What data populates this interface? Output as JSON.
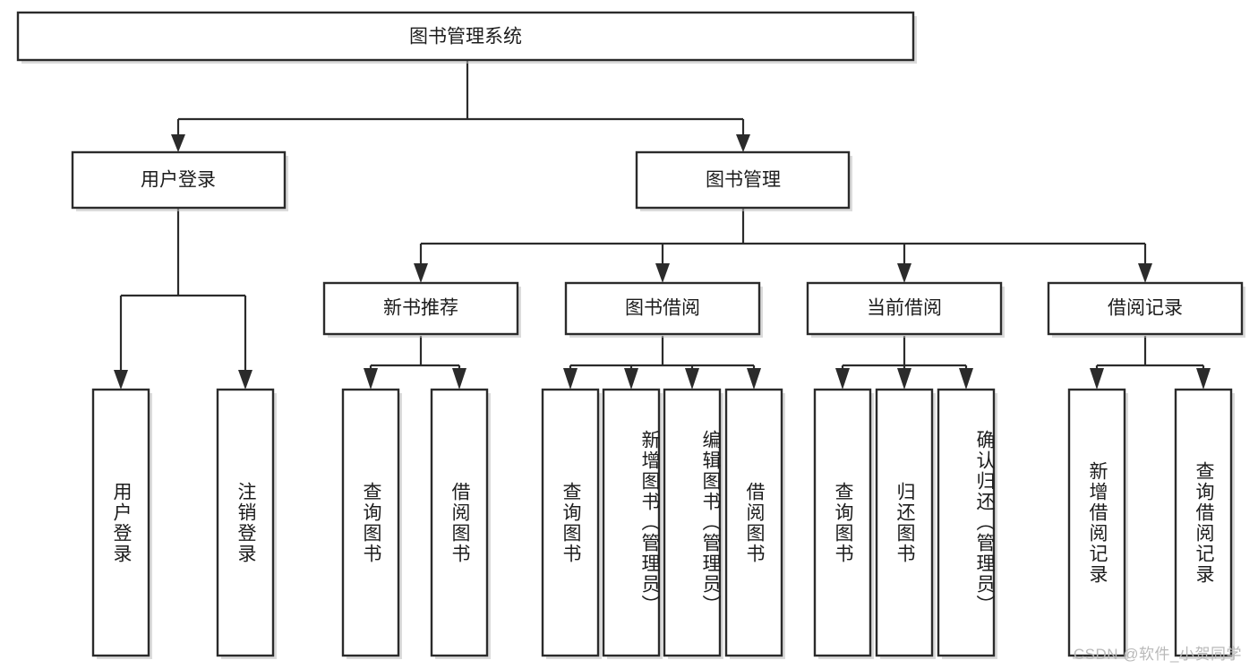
{
  "diagram": {
    "title": "图书管理系统",
    "type": "hierarchy-tree",
    "root": {
      "label": "图书管理系统",
      "orientation": "horizontal"
    },
    "level2": [
      {
        "label": "用户登录",
        "orientation": "horizontal"
      },
      {
        "label": "图书管理",
        "orientation": "horizontal"
      }
    ],
    "level3": [
      {
        "label": "新书推荐",
        "orientation": "horizontal",
        "parent": "图书管理"
      },
      {
        "label": "图书借阅",
        "orientation": "horizontal",
        "parent": "图书管理"
      },
      {
        "label": "当前借阅",
        "orientation": "horizontal",
        "parent": "图书管理"
      },
      {
        "label": "借阅记录",
        "orientation": "horizontal",
        "parent": "图书管理"
      }
    ],
    "leaves": [
      {
        "label": "用户登录",
        "orientation": "vertical",
        "parent": "用户登录"
      },
      {
        "label": "注销登录",
        "orientation": "vertical",
        "parent": "用户登录"
      },
      {
        "label": "查询图书",
        "orientation": "vertical",
        "parent": "新书推荐"
      },
      {
        "label": "借阅图书",
        "orientation": "vertical",
        "parent": "新书推荐"
      },
      {
        "label": "查询图书",
        "orientation": "vertical",
        "parent": "图书借阅"
      },
      {
        "label": "新增图书（管理员）",
        "orientation": "vertical",
        "parent": "图书借阅"
      },
      {
        "label": "编辑图书（管理员）",
        "orientation": "vertical",
        "parent": "图书借阅"
      },
      {
        "label": "借阅图书",
        "orientation": "vertical",
        "parent": "图书借阅"
      },
      {
        "label": "查询图书",
        "orientation": "vertical",
        "parent": "当前借阅"
      },
      {
        "label": "归还图书",
        "orientation": "vertical",
        "parent": "当前借阅"
      },
      {
        "label": "确认归还（管理员）",
        "orientation": "vertical",
        "parent": "当前借阅"
      },
      {
        "label": "新增借阅记录",
        "orientation": "vertical",
        "parent": "借阅记录"
      },
      {
        "label": "查询借阅记录",
        "orientation": "vertical",
        "parent": "借阅记录"
      }
    ],
    "colors": {
      "box_stroke": "#2b2b2b",
      "box_fill": "#ffffff",
      "text": "#1c1c1c",
      "connector": "#2b2b2b",
      "watermark": "#b9b9b9",
      "background": "#ffffff"
    }
  },
  "watermark": {
    "text": "CSDN @软件_小贺同学"
  }
}
